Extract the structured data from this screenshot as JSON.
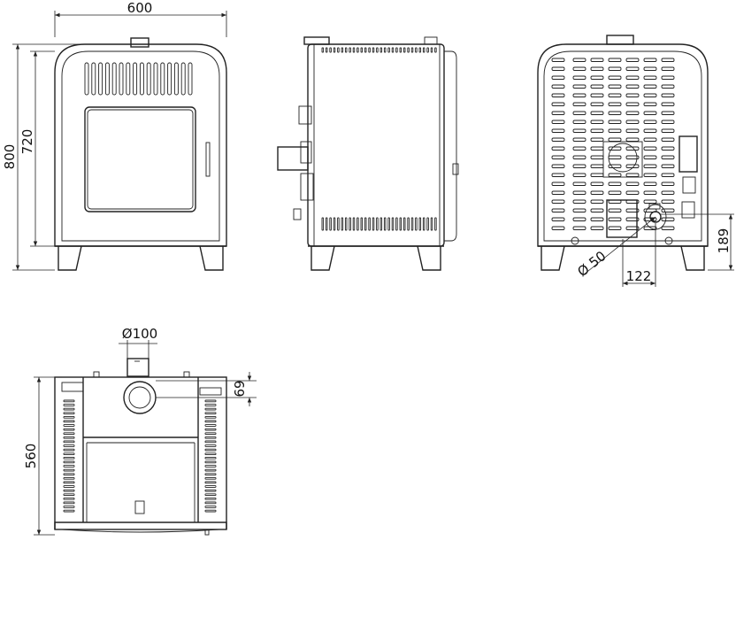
{
  "diagram": {
    "dimensions": {
      "front_width": "600",
      "front_height_total": "800",
      "front_height_body": "720",
      "back_outlet_diameter": "Ø 50",
      "back_outlet_offset_x": "122",
      "back_outlet_height": "189",
      "top_flue_diameter": "Ø100",
      "top_flue_offset": "69",
      "top_depth": "560"
    },
    "colors": {
      "line": "#222222",
      "background": "#ffffff"
    }
  }
}
